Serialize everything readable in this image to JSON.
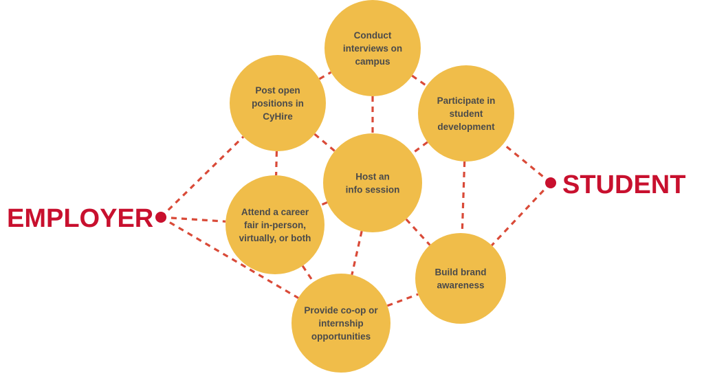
{
  "colors": {
    "node_fill": "#f0bd4a",
    "node_text": "#4a4a4a",
    "connector": "#d94a38",
    "endpoint": "#c8102e"
  },
  "endpoints": {
    "employer": "EMPLOYER",
    "student": "STUDENT"
  },
  "nodes": [
    {
      "id": "interviews",
      "lines": [
        "Conduct",
        "interviews on",
        "campus"
      ]
    },
    {
      "id": "post",
      "lines": [
        "Post open",
        "positions in",
        "CyHire"
      ]
    },
    {
      "id": "participate",
      "lines": [
        "Participate in",
        "student",
        "development"
      ]
    },
    {
      "id": "info",
      "lines": [
        "Host an",
        "info session"
      ]
    },
    {
      "id": "career",
      "lines": [
        "Attend a career",
        "fair in-person,",
        "virtually, or both"
      ]
    },
    {
      "id": "brand",
      "lines": [
        "Build brand",
        "awareness"
      ]
    },
    {
      "id": "coop",
      "lines": [
        "Provide co-op or",
        "internship",
        "opportunities"
      ]
    }
  ]
}
